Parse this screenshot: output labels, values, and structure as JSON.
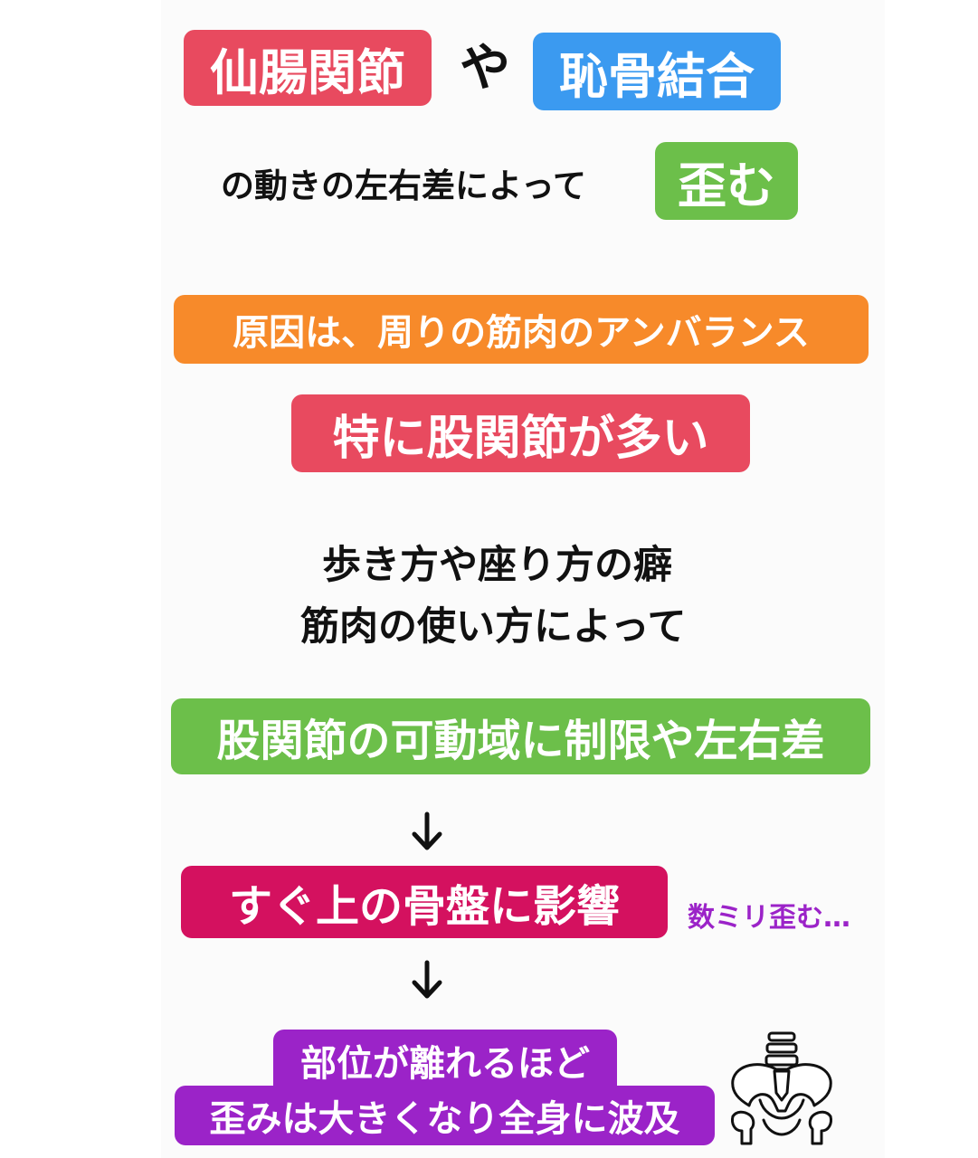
{
  "colors": {
    "red": "#e84a5f",
    "blue": "#3b9af0",
    "green": "#6cbf4a",
    "orange": "#f78a2a",
    "magenta": "#d4115f",
    "purple": "#9b23c8",
    "note": "#9b23c8"
  },
  "heading": {
    "term1": "仙腸関節",
    "connector": "や",
    "term2": "恥骨結合"
  },
  "subheading": {
    "text": "の動きの左右差によって",
    "badge": "歪む"
  },
  "cause": "原因は、周りの筋肉のアンバランス",
  "especially": "特に股関節が多い",
  "habits": {
    "line1": "歩き方や座り方の癖",
    "line2": "筋肉の使い方によって"
  },
  "limitation": "股関節の可動域に制限や左右差",
  "flow": {
    "step1": "すぐ上の骨盤に影響",
    "step1_note": "数ミリ歪む…",
    "step2_line1": "部位が離れるほど",
    "step2_line2": "歪みは大きくなり全身に波及"
  },
  "icons": {
    "arrow1": "down-arrow-icon",
    "arrow2": "down-arrow-icon",
    "pelvis": "pelvis-icon"
  }
}
